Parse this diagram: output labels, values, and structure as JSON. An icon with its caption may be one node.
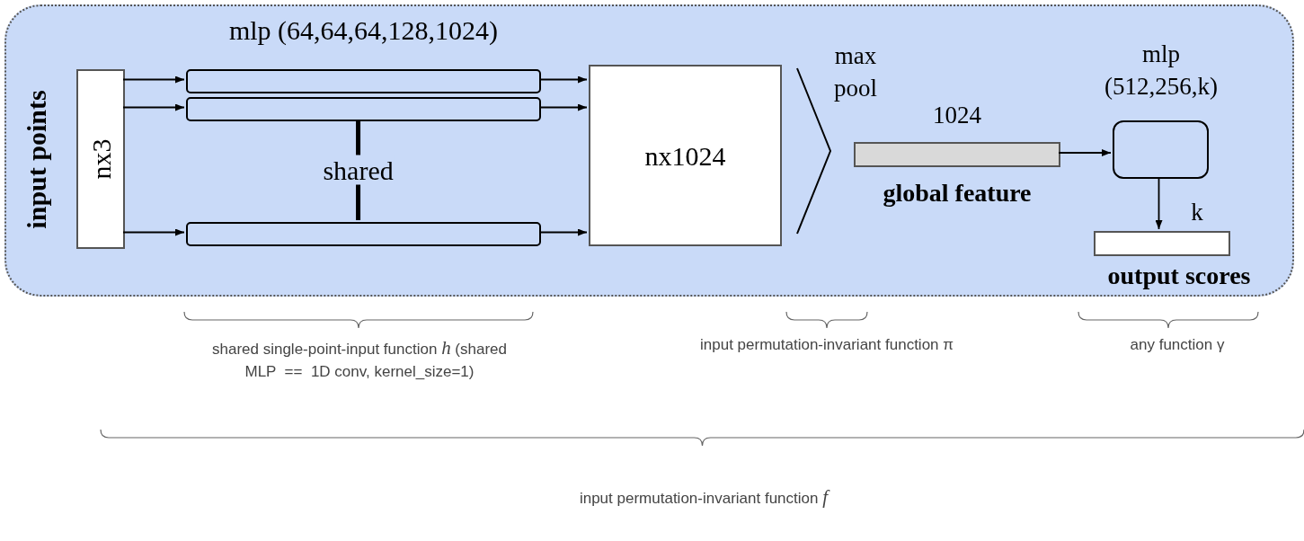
{
  "diagram": {
    "nodes": [
      {
        "text": [],
        "shape": "box"
      },
      {
        "text": [
          "nx3"
        ],
        "beside": [
          "input points"
        ],
        "in": 0
      },
      {
        "text": [],
        "shape": "bar",
        "beside": [
          "mlp (64,64,64,128,1024)"
        ],
        "in": 0
      },
      {
        "text": [],
        "shape": "bar",
        "in": 0
      },
      {
        "text": [],
        "shape": "bar",
        "in": 0
      },
      {
        "text": [
          "nx1024"
        ],
        "in": 0
      },
      {
        "text": [],
        "shape": "triangle",
        "beside": [
          "max pool"
        ],
        "in": 0
      },
      {
        "text": [],
        "shape": "bar",
        "beside": [
          "1024",
          "global feature"
        ],
        "in": 0
      },
      {
        "text": [],
        "shape": "box",
        "beside": [
          "mlp (512,256,k)"
        ],
        "in": 0
      },
      {
        "text": [],
        "shape": "bar",
        "beside": [
          "k",
          "output scores"
        ],
        "in": 0
      }
    ],
    "edges": [
      {
        "from": 1,
        "to": 2,
        "arrow": "to"
      },
      {
        "from": 1,
        "to": 3,
        "arrow": "to"
      },
      {
        "from": 1,
        "to": 4,
        "arrow": "to"
      },
      {
        "from": 2,
        "to": 5,
        "arrow": "to"
      },
      {
        "from": 3,
        "to": 5,
        "arrow": "to"
      },
      {
        "from": 4,
        "to": 5,
        "arrow": "to"
      },
      {
        "from": 3,
        "to": 4,
        "arrow": "none",
        "label": "shared",
        "style": "thick"
      },
      {
        "from": 7,
        "to": 8,
        "arrow": "to"
      },
      {
        "from": 8,
        "to": 9,
        "arrow": "to"
      }
    ],
    "labels": [
      "shared single-point-input function *h* (shared MLP  ==  1D conv, kernel_size=1)",
      "input permutation-invariant function π",
      "any function γ",
      "input permutation-invariant function *f*"
    ]
  }
}
